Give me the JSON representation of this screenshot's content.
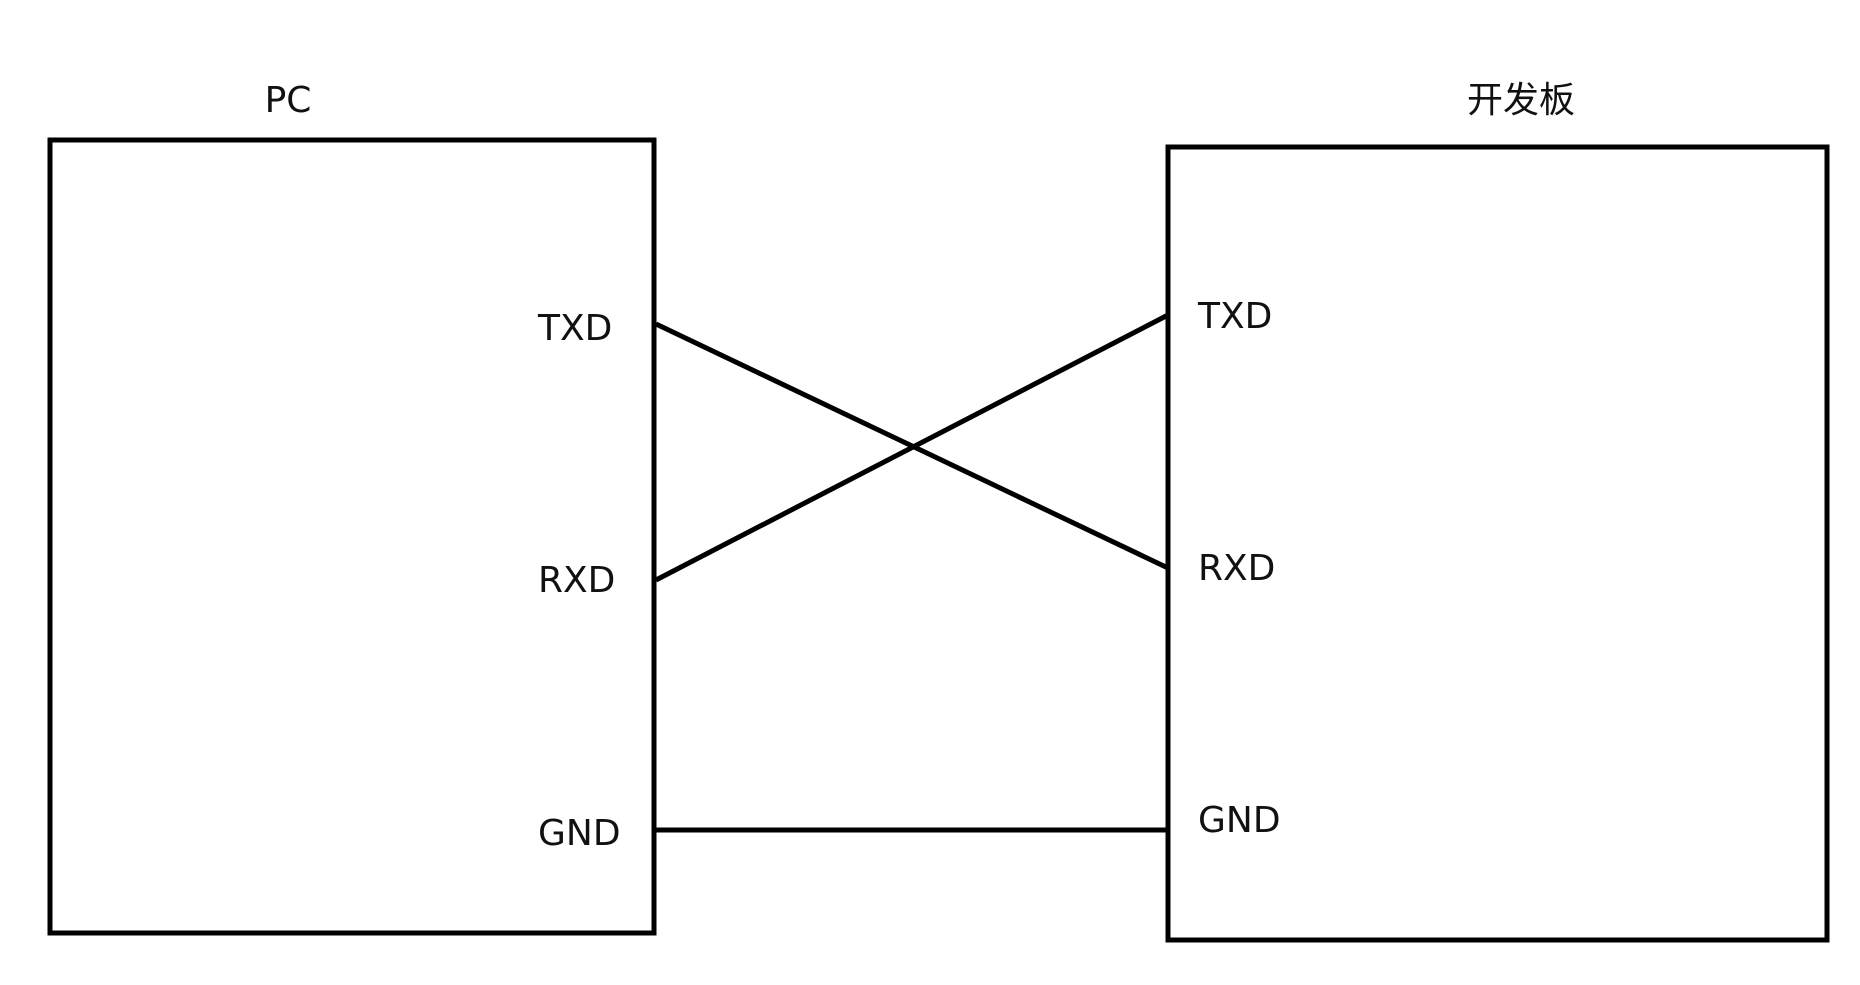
{
  "pc": {
    "title": "PC",
    "pins": {
      "txd": "TXD",
      "rxd": "RXD",
      "gnd": "GND"
    }
  },
  "board": {
    "title": "开发板",
    "pins": {
      "txd": "TXD",
      "rxd": "RXD",
      "gnd": "GND"
    }
  },
  "connections": [
    {
      "from": "PC.TXD",
      "to": "开发板.RXD"
    },
    {
      "from": "PC.RXD",
      "to": "开发板.TXD"
    },
    {
      "from": "PC.GND",
      "to": "开发板.GND"
    }
  ]
}
